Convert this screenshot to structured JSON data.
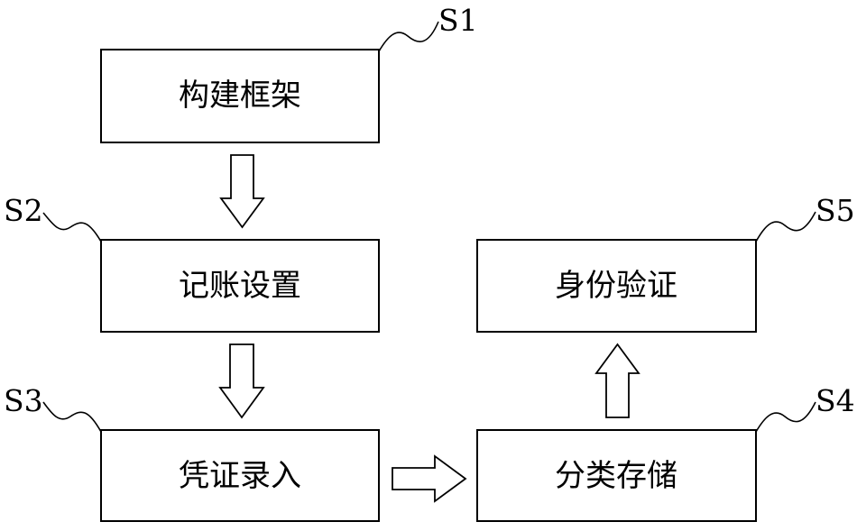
{
  "steps": {
    "s1": {
      "tag": "S1",
      "label": "构建框架"
    },
    "s2": {
      "tag": "S2",
      "label": "记账设置"
    },
    "s3": {
      "tag": "S3",
      "label": "凭证录入"
    },
    "s4": {
      "tag": "S4",
      "label": "分类存储"
    },
    "s5": {
      "tag": "S5",
      "label": "身份验证"
    }
  },
  "colors": {
    "stroke": "#000000",
    "fill": "#ffffff"
  }
}
